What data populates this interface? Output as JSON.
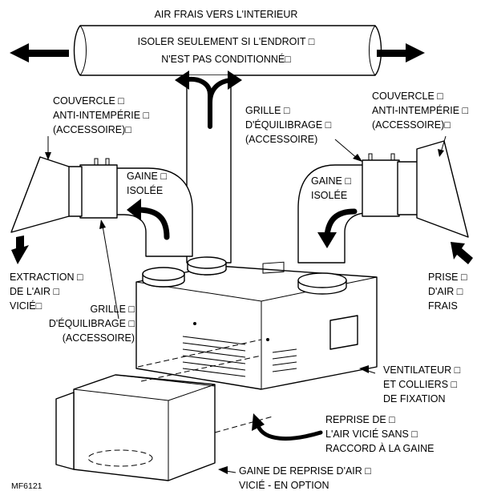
{
  "figure_id": "MF6121",
  "labels": {
    "top_title": "AIR FRAIS VERS L'INTERIEUR",
    "insulate_line1": "ISOLER SEULEMENT SI L'ENDROIT □",
    "insulate_line2": "N'EST PAS CONDITIONNÉ□",
    "cover_left": [
      "COUVERCLE □",
      "ANTI-INTEMPÉRIE □",
      "(ACCESSOIRE)□"
    ],
    "cover_right": [
      "COUVERCLE □",
      "ANTI-INTEMPÉRIE □",
      "(ACCESSOIRE)□"
    ],
    "grille_center": [
      "GRILLE □",
      "D'ÉQUILIBRAGE □",
      "(ACCESSOIRE)"
    ],
    "grille_left": [
      "GRILLE □",
      "D'ÉQUILIBRAGE □",
      "(ACCESSOIRE)"
    ],
    "duct_left": [
      "GAINE □",
      "ISOLÉE"
    ],
    "duct_right": [
      "GAINE □",
      "ISOLÉE"
    ],
    "exhaust": [
      "EXTRACTION □",
      "DE L'AIR □",
      "VICIÉ□"
    ],
    "intake": [
      "PRISE □",
      "D'AIR □",
      "FRAIS"
    ],
    "fan": [
      "VENTILATEUR □",
      "ET COLLIERS □",
      "DE FIXATION"
    ],
    "return_no_duct": [
      "REPRISE DE □",
      "L'AIR VICIÉ SANS □",
      "RACCORD À LA GAINE"
    ],
    "return_duct": [
      "GAINE DE REPRISE D'AIR □",
      "VICIÉ -  EN OPTION"
    ]
  }
}
